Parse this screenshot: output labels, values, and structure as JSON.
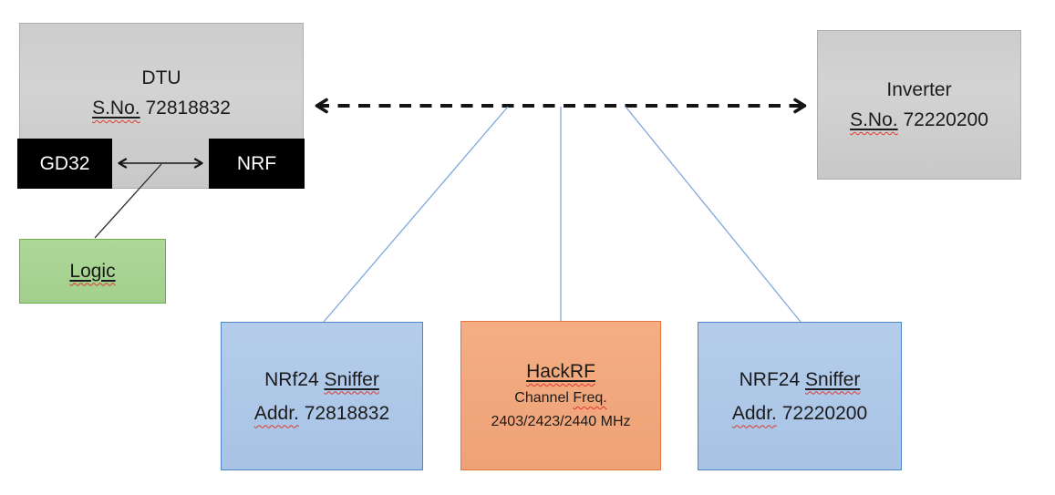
{
  "colors": {
    "background": "#ffffff",
    "gray_box_fill": "#cecece",
    "gray_box_border": "#adadad",
    "black_box_fill": "#000000",
    "black_box_text": "#ffffff",
    "green_box_fill": "#a8d494",
    "green_box_border": "#6fae49",
    "blue_box_fill": "#aec8e8",
    "blue_box_border": "#4e87c5",
    "orange_box_fill": "#f2a97e",
    "orange_box_border": "#e2763b",
    "connector_line_blue": "#7fa8d9",
    "arrow_black": "#141414",
    "spellcheck_squiggle_red": "#e0382c",
    "text_color": "#1b1b1b"
  },
  "nodes": {
    "dtu": {
      "title": "DTU",
      "serial_label": "S.No.",
      "serial_number": "72818832"
    },
    "gd32": {
      "label": "GD32"
    },
    "nrf": {
      "label": "NRF"
    },
    "logic": {
      "label": "Logic"
    },
    "inverter": {
      "title": "Inverter",
      "serial_label": "S.No.",
      "serial_number": "72220200"
    },
    "sniffer_left": {
      "name_prefix": "NRf24",
      "name_word": "Sniffer",
      "addr_label": "Addr.",
      "addr_number": "72818832"
    },
    "hackrf": {
      "title": "HackRF",
      "freq_label_prefix": "Channel",
      "freq_label_word": "Freq.",
      "frequencies": "2403/2423/2440 MHz"
    },
    "sniffer_right": {
      "name_prefix": "NRF24",
      "name_word": "Sniffer",
      "addr_label": "Addr.",
      "addr_number": "72220200"
    }
  }
}
